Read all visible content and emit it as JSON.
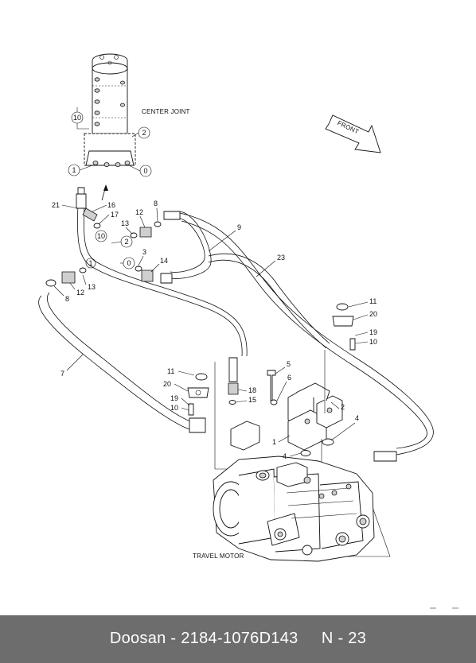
{
  "diagram": {
    "labels": {
      "center_joint": "CENTER JOINT",
      "travel_motor": "TRAVEL MOTOR",
      "front": "FRONT"
    },
    "callouts": [
      {
        "id": "c-21",
        "text": "21"
      },
      {
        "id": "c-16",
        "text": "16"
      },
      {
        "id": "c-17",
        "text": "17"
      },
      {
        "id": "c-10a",
        "text": "10"
      },
      {
        "id": "c-13a",
        "text": "13"
      },
      {
        "id": "c-12a",
        "text": "12"
      },
      {
        "id": "c-8a",
        "text": "8"
      },
      {
        "id": "c-2a",
        "text": "2"
      },
      {
        "id": "c-9",
        "text": "9"
      },
      {
        "id": "c-23",
        "text": "23"
      },
      {
        "id": "c-3",
        "text": "3"
      },
      {
        "id": "c-0a",
        "text": "0"
      },
      {
        "id": "c-14",
        "text": "14"
      },
      {
        "id": "c-1a",
        "text": "1"
      },
      {
        "id": "c-13b",
        "text": "13"
      },
      {
        "id": "c-12b",
        "text": "12"
      },
      {
        "id": "c-8b",
        "text": "8"
      },
      {
        "id": "c-7",
        "text": "7"
      },
      {
        "id": "c-11a",
        "text": "11"
      },
      {
        "id": "c-20a",
        "text": "20"
      },
      {
        "id": "c-19a",
        "text": "19"
      },
      {
        "id": "c-10b",
        "text": "10"
      },
      {
        "id": "c-11b",
        "text": "11"
      },
      {
        "id": "c-20b",
        "text": "20"
      },
      {
        "id": "c-19b",
        "text": "19"
      },
      {
        "id": "c-10c",
        "text": "10"
      },
      {
        "id": "c-18",
        "text": "18"
      },
      {
        "id": "c-15",
        "text": "15"
      },
      {
        "id": "c-5",
        "text": "5"
      },
      {
        "id": "c-6",
        "text": "6"
      },
      {
        "id": "c-2b",
        "text": "2"
      },
      {
        "id": "c-4a",
        "text": "4"
      },
      {
        "id": "c-1b",
        "text": "1"
      },
      {
        "id": "c-4b",
        "text": "4"
      },
      {
        "id": "c-10d",
        "text": "10"
      },
      {
        "id": "c-2c",
        "text": "2"
      },
      {
        "id": "c-1c",
        "text": "1"
      },
      {
        "id": "c-0b",
        "text": "0"
      }
    ]
  },
  "footer": {
    "brand": "Doosan",
    "part_number": "2184-1076D143",
    "page_ref": "N - 23",
    "text": "Doosan - 2184-1076D143     N - 23"
  }
}
